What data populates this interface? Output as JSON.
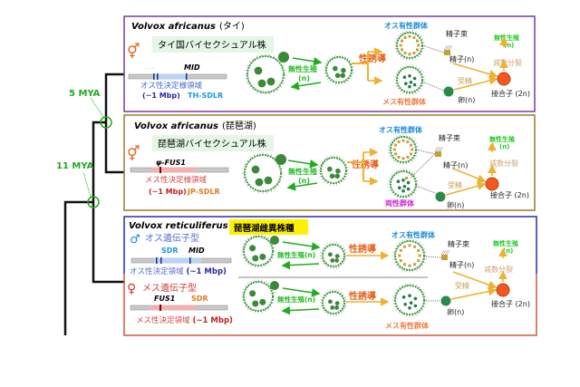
{
  "tree": {
    "node_5": "5 MYA",
    "node_11": "11 MYA"
  },
  "panel1": {
    "species": "Volvox africanus",
    "locality": "(タイ)",
    "strain_label": "タイ国バイセクシュアル株",
    "sex_symbol": "⚥",
    "dots": ". . .",
    "gene": "MID",
    "region": "オス性決定様領域",
    "size": "(~1 Mbp)",
    "region_code": "TH-SDLR",
    "asexual_1": "無性生殖",
    "asexual_2": "(n)",
    "induction": "性誘導",
    "male_colony": "オス有性群体",
    "female_colony": "メス有性群体",
    "sperm_bundle": "精子束",
    "sperm": "精子(n)",
    "fertilization": "受精",
    "egg": "卵(n)",
    "zygote": "接合子 (2n)",
    "meiosis": "減数分裂",
    "out_asexual_1": "無性生殖",
    "out_asexual_2": "(n)"
  },
  "panel2": {
    "species": "Volvox africanus",
    "locality": "(琵琶湖)",
    "strain_label": "琵琶湖バイセクシュアル株",
    "sex_symbol": "⚥",
    "gene": "ψ-FUS1",
    "region": "メス性決定様領域",
    "size": "(~1 Mbp)",
    "region_code": "JP-SDLR",
    "asexual_1": "無性生殖",
    "asexual_2": "(n)",
    "induction": "性誘導",
    "male_colony": "オス有性群体",
    "bisexual_colony": "両性群体",
    "sperm_bundle": "精子束",
    "sperm": "精子(n)",
    "fertilization": "受精",
    "egg": "卵(n)",
    "zygote": "接合子 (2n)",
    "meiosis": "減数分裂",
    "out_asexual_1": "無性生殖",
    "out_asexual_2": "(n)"
  },
  "panel3": {
    "species": "Volvox reticuliferus",
    "strain_label": "琵琶湖雌異株種",
    "male_symbol": "♂",
    "male_genotype": "オス遺伝子型",
    "male_sdr": "SDR",
    "male_gene": "MID",
    "male_region": "オス性決定領域",
    "male_size": "(~1 Mbp)",
    "female_symbol": "♀",
    "female_genotype": "メス遺伝子型",
    "female_gene": "FUS1",
    "female_sdr": "SDR",
    "female_region": "メス性決定領域",
    "female_size": "(~1 Mbp)",
    "asexual": "無性生殖(n)",
    "induction": "性誘導",
    "male_colony": "オス有性群体",
    "female_colony": "メス有性群体",
    "sperm_bundle": "精子束",
    "sperm": "精子(n)",
    "fertilization": "受精",
    "egg": "卵(n)",
    "zygote": "接合子 (2n)",
    "meiosis": "減数分裂",
    "out_asexual_1": "無性生殖",
    "out_asexual_2": "(n)"
  },
  "colors": {
    "green": "#22aa22",
    "orange": "#f0a020",
    "induction": "#e8621a",
    "blue": "#1a8ad8",
    "magenta": "#d020d0",
    "purple": "#7a3a9a",
    "brown": "#9a7a30",
    "navy": "#2a2aa0",
    "red": "#d03a2a"
  }
}
